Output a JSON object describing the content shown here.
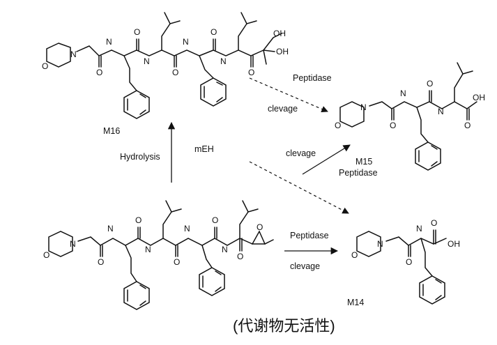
{
  "compounds": {
    "m16": "M16",
    "m15": "M15",
    "m14": "M14"
  },
  "atoms": {
    "n": "N",
    "o": "O",
    "oh": "OH"
  },
  "arrows": {
    "hydrolysis": "Hydrolysis",
    "meh": "mEH",
    "peptidase_1": "Peptidase",
    "clevage_1": "clevage",
    "clevage_2": "clevage",
    "peptidase_2": "Peptidase",
    "peptidase_3": "Peptidase",
    "clevage_3": "clevage"
  },
  "caption": "(代谢物无活性)"
}
